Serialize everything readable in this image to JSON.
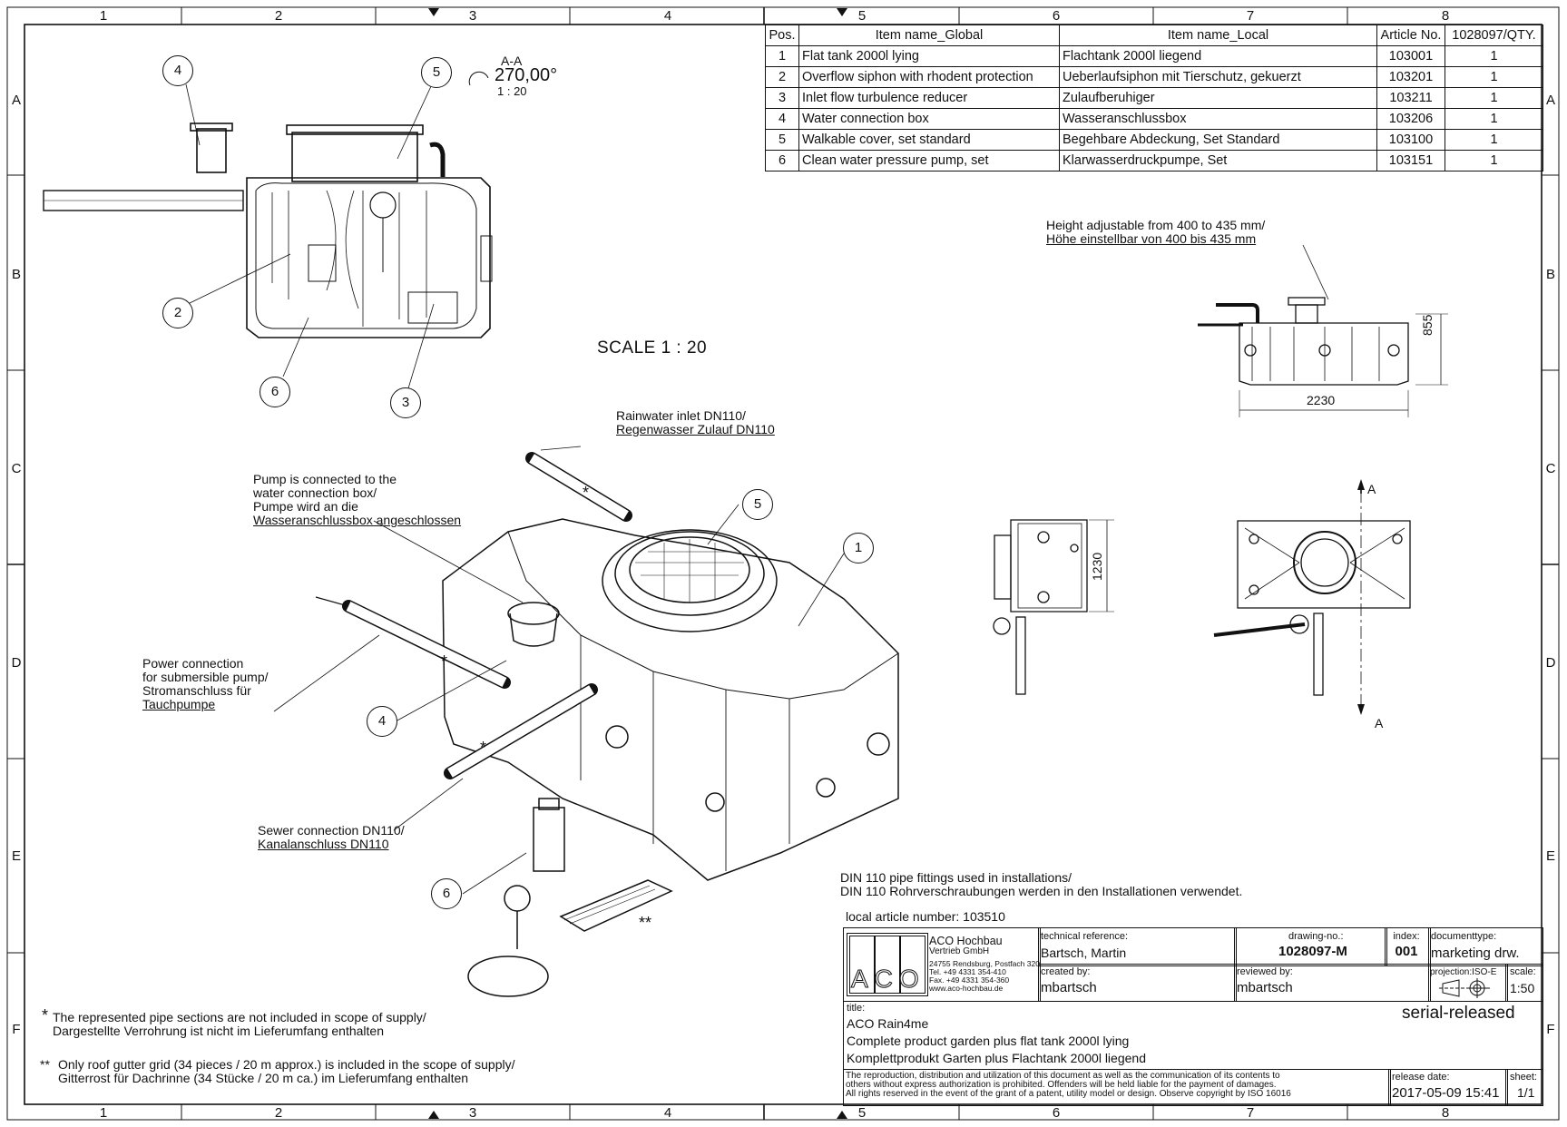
{
  "frame": {
    "columns": [
      "1",
      "2",
      "3",
      "4",
      "5",
      "6",
      "7",
      "8"
    ],
    "rows": [
      "A",
      "B",
      "C",
      "D",
      "E",
      "F"
    ]
  },
  "bom": {
    "headers": [
      "Pos.",
      "Item name_Global",
      "Item name_Local",
      "Article No.",
      "1028097/QTY."
    ],
    "rows": [
      [
        "1",
        "Flat tank 2000l lying",
        "Flachtank 2000l liegend",
        "103001",
        "1"
      ],
      [
        "2",
        "Overflow siphon with rhodent protection",
        "Ueberlaufsiphon mit Tierschutz, gekuerzt",
        "103201",
        "1"
      ],
      [
        "3",
        "Inlet flow turbulence reducer",
        "Zulaufberuhiger",
        "103211",
        "1"
      ],
      [
        "4",
        "Water connection box",
        "Wasseranschlussbox",
        "103206",
        "1"
      ],
      [
        "5",
        "Walkable cover, set standard",
        "Begehbare Abdeckung, Set Standard",
        "103100",
        "1"
      ],
      [
        "6",
        "Clean water pressure pump, set",
        "Klarwasserdruckpumpe, Set",
        "103151",
        "1"
      ]
    ]
  },
  "section_view": {
    "label": "A-A",
    "angle": "270,00°",
    "scale": "1 : 20",
    "balloons": [
      "4",
      "5",
      "2",
      "6",
      "3"
    ]
  },
  "scale_label": "SCALE 1 : 20",
  "top_right": {
    "height_note_1": "Height adjustable from 400 to 435 mm/",
    "height_note_2": "Höhe einstellbar von 400 bis 435 mm",
    "dim_height": "855",
    "dim_length": "2230"
  },
  "side_view": {
    "dim_width": "1230"
  },
  "plan_view": {
    "section_mark": "A"
  },
  "iso_view": {
    "rainwater_1": "Rainwater inlet DN110/",
    "rainwater_2": "Regenwasser Zulauf DN110",
    "pump_1": "Pump is connected to the",
    "pump_2": "water connection box/",
    "pump_3": "Pumpe wird an die",
    "pump_4": "Wasseranschlussbox angeschlossen",
    "power_1": "Power connection",
    "power_2": "for submersible pump/",
    "power_3": "Stromanschluss für",
    "power_4": "Tauchpumpe",
    "sewer_1": "Sewer connection DN110/",
    "sewer_2": "Kanalanschluss DN110",
    "balloons": [
      "5",
      "1",
      "4",
      "6"
    ],
    "star": "*",
    "double_star": "**"
  },
  "notes": {
    "din_1": "DIN 110 pipe fittings used in installations/",
    "din_2": "DIN 110 Rohrverschraubungen werden in den Installationen verwendet.",
    "local_article": "local article number: 103510",
    "star_note_1": "The represented pipe sections are not included in scope of supply/",
    "star_note_2": "Dargestellte Verrohrung ist nicht im Lieferumfang enthalten",
    "dstar_note_1": "Only roof gutter grid (34 pieces / 20 m approx.) is included in the scope of supply/",
    "dstar_note_2": "Gitterrost für Dachrinne (34 Stücke / 20 m ca.) im Lieferumfang enthalten"
  },
  "title_block": {
    "logo": "ACO",
    "company": "ACO Hochbau",
    "company_sub": "Vertrieb GmbH",
    "address_1": "24755 Rendsburg, Postfach 320",
    "address_2": "Tel. +49 4331 354-410",
    "address_3": "Fax. +49 4331 354-360",
    "address_4": "www.aco-hochbau.de",
    "tech_ref_label": "technical reference:",
    "tech_ref": "Bartsch, Martin",
    "drawing_no_label": "drawing-no.:",
    "drawing_no": "1028097-M",
    "index_label": "index:",
    "index": "001",
    "doctype_label": "documenttype:",
    "doctype": "marketing drw.",
    "created_label": "created by:",
    "created": "mbartsch",
    "reviewed_label": "reviewed by:",
    "reviewed": "mbartsch",
    "projection_label": "projection:ISO-E",
    "scale_label": "scale:",
    "scale": "1:50",
    "title_label": "title:",
    "status": "serial-released",
    "title_1": "ACO Rain4me",
    "title_2": "Complete product garden plus flat tank 2000l lying",
    "title_3": "Komplettprodukt Garten plus Flachtank 2000l liegend",
    "legal_1": "The reproduction, distribution and utilization of this document as well as the communication of its contents to",
    "legal_2": "others without express authorization is prohibited. Offenders will be held liable for the payment of damages.",
    "legal_3": "All rights reserved in the event of the grant of a patent, utility model or design. Observe copyright by ISO 16016",
    "release_label": "release date:",
    "release": "2017-05-09 15:41",
    "sheet_label": "sheet:",
    "sheet": "1/1"
  }
}
